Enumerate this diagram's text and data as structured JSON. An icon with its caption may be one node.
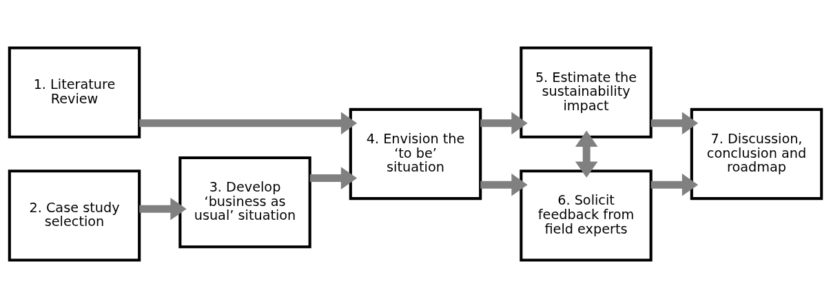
{
  "diagram": {
    "nodes": [
      {
        "text": [
          "1. Literature Review"
        ]
      },
      {
        "text": [
          "2. Case study selection"
        ]
      },
      {
        "text": [
          "3. Develop ‘business as usual’ situation"
        ]
      },
      {
        "text": [
          "4. Envision the ‘to be’ situation"
        ]
      },
      {
        "text": [
          "5. Estimate the sustainability impact"
        ]
      },
      {
        "text": [
          "6. Solicit feedback from field experts"
        ]
      },
      {
        "text": [
          "7. Discussion, conclusion and roadmap"
        ]
      }
    ],
    "edges": [
      {
        "from": 0,
        "to": 3,
        "arrow": "to"
      },
      {
        "from": 1,
        "to": 2,
        "arrow": "to"
      },
      {
        "from": 2,
        "to": 3,
        "arrow": "to"
      },
      {
        "from": 3,
        "to": 4,
        "arrow": "to"
      },
      {
        "from": 3,
        "to": 5,
        "arrow": "to"
      },
      {
        "from": 4,
        "to": 5,
        "arrow": "both"
      },
      {
        "from": 4,
        "to": 6,
        "arrow": "to"
      },
      {
        "from": 5,
        "to": 6,
        "arrow": "to"
      }
    ]
  }
}
